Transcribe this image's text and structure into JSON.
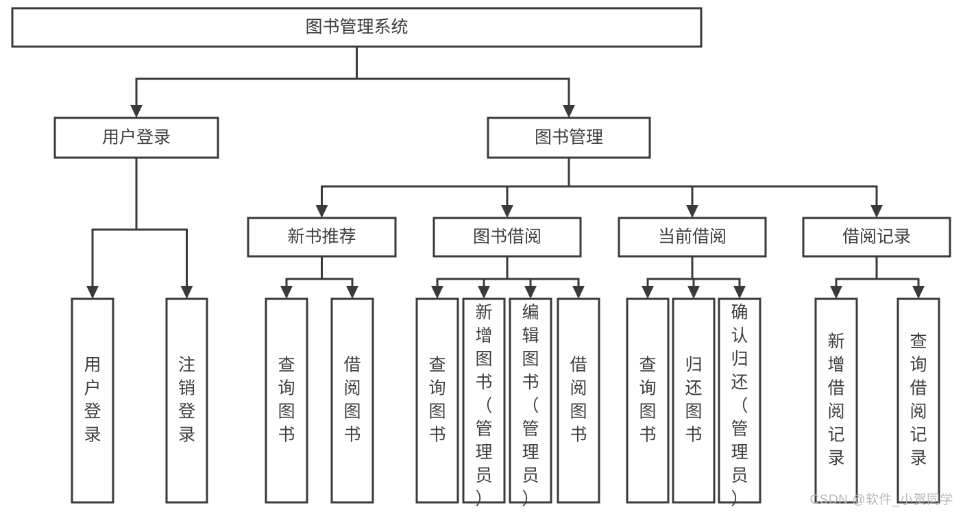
{
  "diagram": {
    "title": "图书管理系统",
    "type": "hierarchy-tree",
    "orientation": "top-down",
    "colors": {
      "box_stroke": "#3a3a3a",
      "box_fill": "#ffffff",
      "connector": "#3a3a3a",
      "text": "#3d3d3d",
      "background": "#ffffff",
      "watermark": "#b9b9b9"
    },
    "root": {
      "id": "root",
      "label": "图书管理系统",
      "orientation": "horizontal"
    },
    "level2": [
      {
        "id": "user-login",
        "label": "用户登录",
        "orientation": "horizontal",
        "children": [
          {
            "id": "user-login-do",
            "label": "用户登录",
            "orientation": "vertical"
          },
          {
            "id": "user-logout",
            "label": "注销登录",
            "orientation": "vertical"
          }
        ]
      },
      {
        "id": "book-management",
        "label": "图书管理",
        "orientation": "horizontal",
        "children": [
          {
            "id": "new-book-recommend",
            "label": "新书推荐",
            "orientation": "horizontal",
            "children": [
              {
                "id": "query-book-1",
                "label": "查询图书",
                "orientation": "vertical"
              },
              {
                "id": "borrow-book-1",
                "label": "借阅图书",
                "orientation": "vertical"
              }
            ]
          },
          {
            "id": "book-borrow",
            "label": "图书借阅",
            "orientation": "horizontal",
            "children": [
              {
                "id": "query-book-2",
                "label": "查询图书",
                "orientation": "vertical"
              },
              {
                "id": "add-book-admin",
                "label": "新增图书（管理员）",
                "orientation": "vertical"
              },
              {
                "id": "edit-book-admin",
                "label": "编辑图书（管理员）",
                "orientation": "vertical"
              },
              {
                "id": "borrow-book-2",
                "label": "借阅图书",
                "orientation": "vertical"
              }
            ]
          },
          {
            "id": "current-borrow",
            "label": "当前借阅",
            "orientation": "horizontal",
            "children": [
              {
                "id": "query-book-3",
                "label": "查询图书",
                "orientation": "vertical"
              },
              {
                "id": "return-book",
                "label": "归还图书",
                "orientation": "vertical"
              },
              {
                "id": "confirm-return-admin",
                "label": "确认归还（管理员）",
                "orientation": "vertical"
              }
            ]
          },
          {
            "id": "borrow-records",
            "label": "借阅记录",
            "orientation": "horizontal",
            "children": [
              {
                "id": "add-borrow-record",
                "label": "新增借阅记录",
                "orientation": "vertical"
              },
              {
                "id": "query-borrow-record",
                "label": "查询借阅记录",
                "orientation": "vertical"
              }
            ]
          }
        ]
      }
    ]
  },
  "watermark": {
    "text": "CSDN @软件_小贺同学"
  }
}
